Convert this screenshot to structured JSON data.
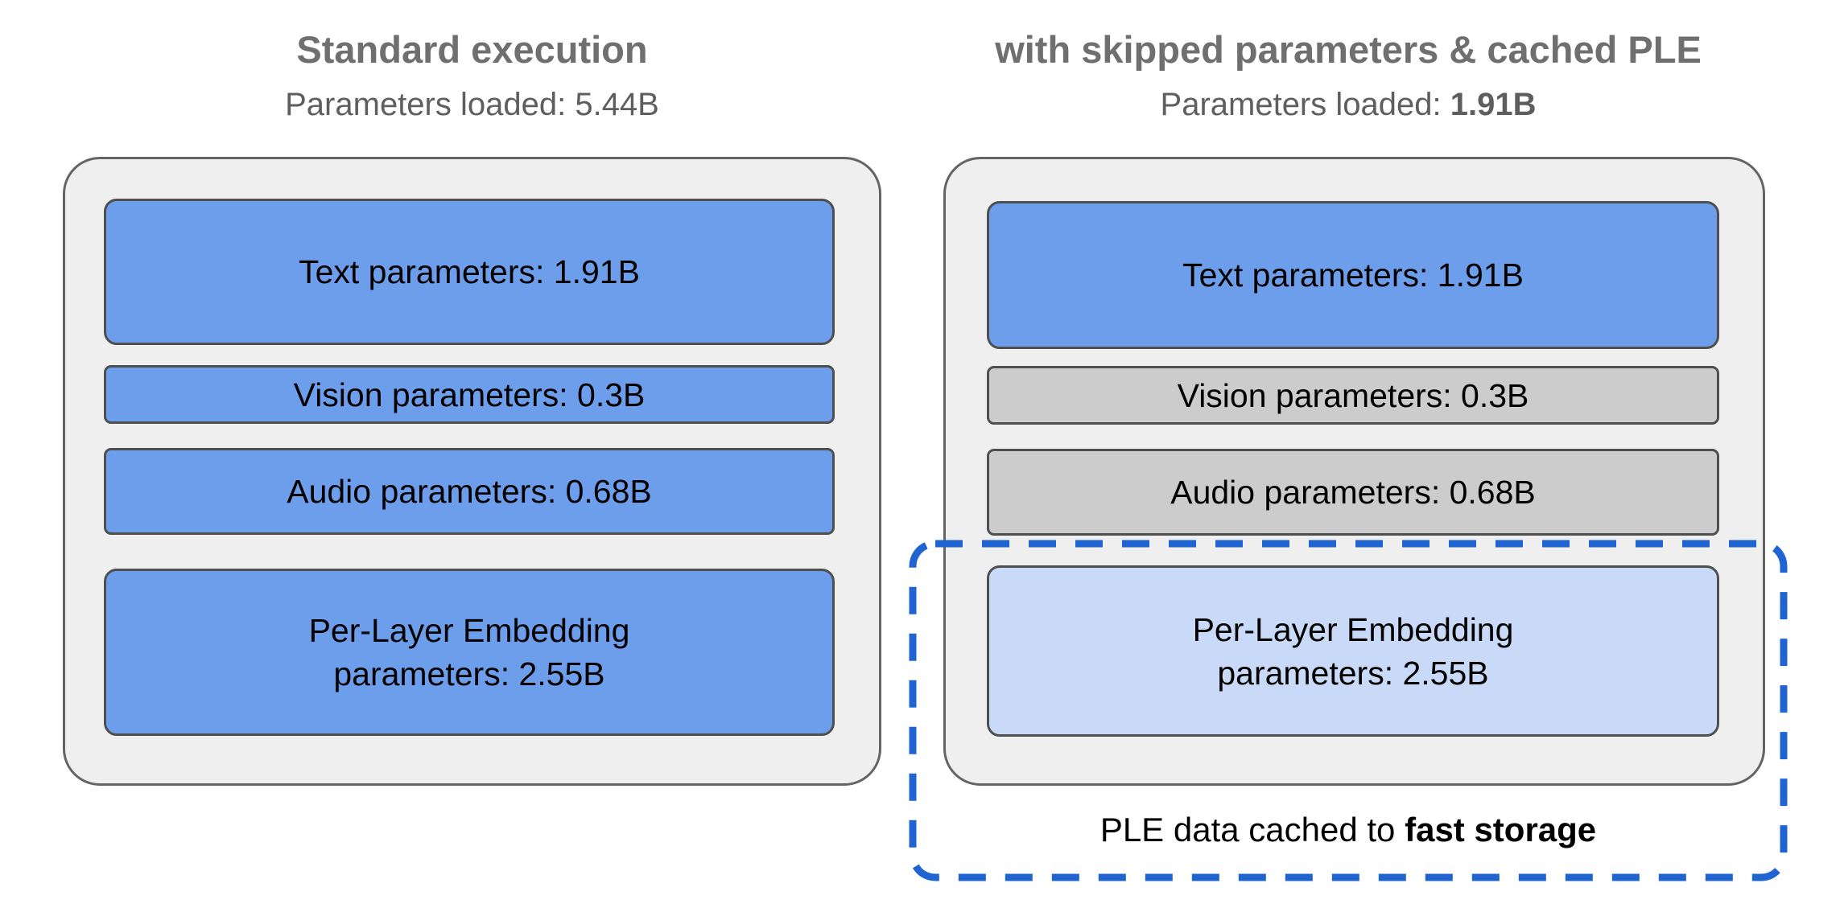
{
  "colors": {
    "blue": "#6d9eeb",
    "gray_box": "#cccccc",
    "light_blue": "#c9daf8",
    "container_bg": "#efefef",
    "container_border": "#646464",
    "box_border": "#4f4f4f",
    "dashed_blue": "#2064d2",
    "title_gray": "#6f6f6f",
    "subtitle_gray": "#5e5e5e",
    "text_black": "#000000"
  },
  "left": {
    "title": "Standard execution",
    "subtitle_prefix": "Parameters loaded: ",
    "subtitle_value": "5.44B",
    "boxes": [
      {
        "label": "Text parameters: 1.91B"
      },
      {
        "label": "Vision parameters: 0.3B"
      },
      {
        "label": "Audio parameters: 0.68B"
      },
      {
        "lines": [
          "Per-Layer Embedding",
          "parameters: 2.55B"
        ]
      }
    ]
  },
  "right": {
    "title": "with skipped parameters & cached PLE",
    "subtitle_prefix": "Parameters loaded: ",
    "subtitle_value": "1.91B",
    "boxes": [
      {
        "label": "Text parameters: 1.91B"
      },
      {
        "label": "Vision parameters: 0.3B"
      },
      {
        "label": "Audio parameters: 0.68B"
      },
      {
        "lines": [
          "Per-Layer Embedding",
          "parameters: 2.55B"
        ]
      }
    ],
    "cache_note": {
      "prefix": "PLE data cached to ",
      "bold": "fast storage"
    }
  }
}
